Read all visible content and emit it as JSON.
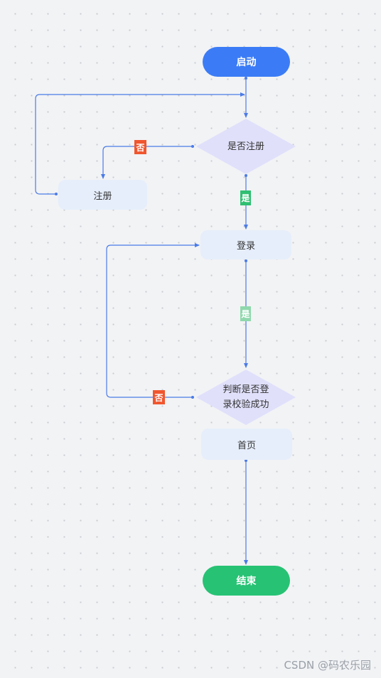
{
  "nodes": {
    "start": "启动",
    "is_registered": "是否注册",
    "register": "注册",
    "login": "登录",
    "check_line1": "判断是否登",
    "check_line2": "录校验成功",
    "home": "首页",
    "end": "结束"
  },
  "edge_labels": {
    "not_registered": "否",
    "registered": "是",
    "login_to_check": "是",
    "check_failed": "否"
  },
  "watermark": "CSDN @码农乐园",
  "colors": {
    "start": "#3b7cf6",
    "end": "#27c274",
    "process": "#e6eefb",
    "decision": "#e0e0fb",
    "edge": "#4a7be8",
    "no_label": "#f0562e",
    "yes_label": "#2fbf72"
  }
}
